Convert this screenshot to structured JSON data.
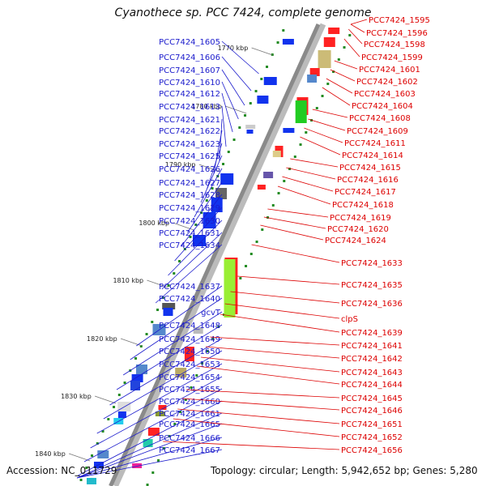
{
  "title": "Cyanothece sp. PCC 7424, complete genome",
  "footer": {
    "accession": "Accession: NC_011729",
    "topology": "Topology: circular; Length: 5,942,652 bp; Genes: 5,280"
  },
  "colors": {
    "backbone": "#8a8a8a",
    "left_labels": "#1a1acc",
    "right_labels": "#dd0000",
    "tick_dots": "#228b22"
  },
  "kbp_markers": [
    "1770 kbp",
    "1780 kbp",
    "1790 kbp",
    "1800 kbp",
    "1810 kbp",
    "1820 kbp",
    "1830 kbp",
    "1840 kbp"
  ],
  "left_genes": [
    "PCC7424_1605",
    "PCC7424_1606",
    "PCC7424_1607",
    "PCC7424_1610",
    "PCC7424_1612",
    "PCC7424_1613",
    "PCC7424_1621",
    "PCC7424_1622",
    "PCC7424_1623",
    "PCC7424_1625",
    "PCC7424_1626",
    "PCC7424_1627",
    "PCC7424_1628",
    "PCC7424_1629",
    "PCC7424_1630",
    "PCC7424_1631",
    "PCC7424_1634",
    "PCC7424_1637",
    "PCC7424_1640",
    "gcvT",
    "PCC7424_1648",
    "PCC7424_1649",
    "PCC7424_1650",
    "PCC7424_1653",
    "PCC7424_1654",
    "PCC7424_1655",
    "PCC7424_1660",
    "PCC7424_1661",
    "PCC7424_1665",
    "PCC7424_1666",
    "PCC7424_1667"
  ],
  "right_genes": [
    "PCC7424_1595",
    "PCC7424_1596",
    "PCC7424_1598",
    "PCC7424_1599",
    "PCC7424_1601",
    "PCC7424_1602",
    "PCC7424_1603",
    "PCC7424_1604",
    "PCC7424_1608",
    "PCC7424_1609",
    "PCC7424_1611",
    "PCC7424_1614",
    "PCC7424_1615",
    "PCC7424_1616",
    "PCC7424_1617",
    "PCC7424_1618",
    "PCC7424_1619",
    "PCC7424_1620",
    "PCC7424_1624",
    "PCC7424_1633",
    "PCC7424_1635",
    "PCC7424_1636",
    "clpS",
    "PCC7424_1639",
    "PCC7424_1641",
    "PCC7424_1642",
    "PCC7424_1643",
    "PCC7424_1644",
    "PCC7424_1645",
    "PCC7424_1646",
    "PCC7424_1651",
    "PCC7424_1652",
    "PCC7424_1656"
  ]
}
